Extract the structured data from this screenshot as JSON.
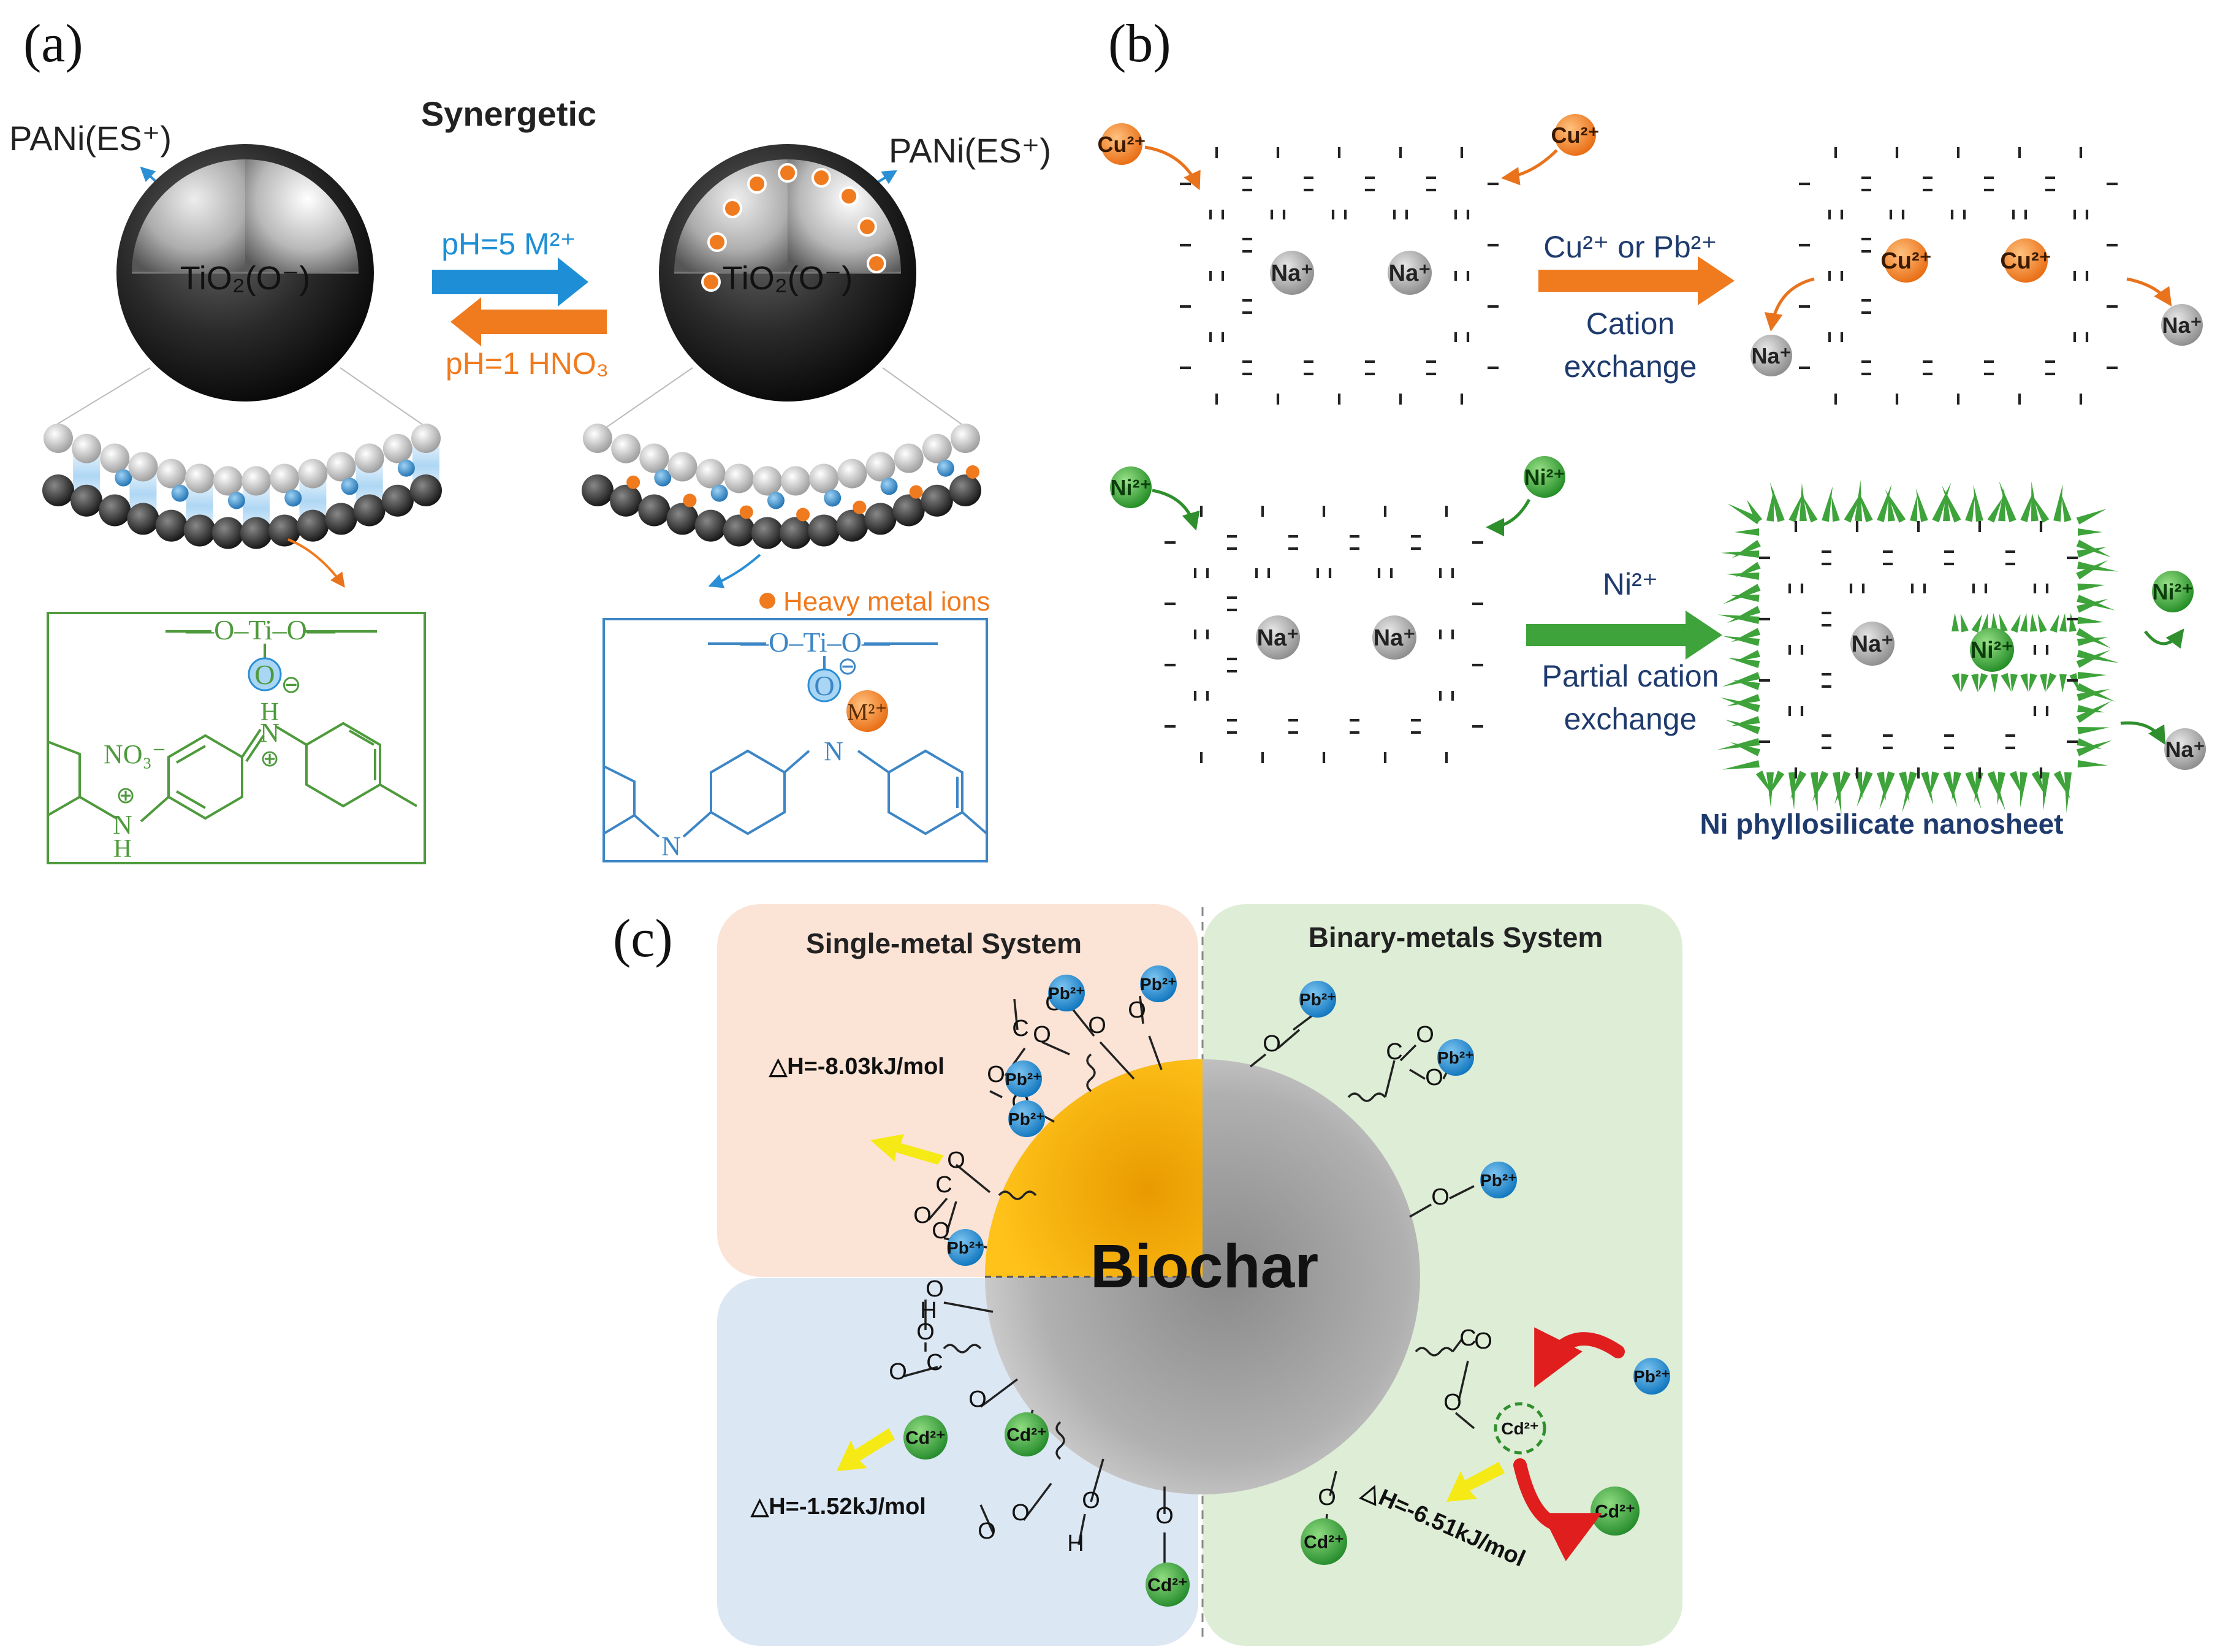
{
  "panel_labels": {
    "a": "(a)",
    "b": "(b)",
    "c": "(c)"
  },
  "panel_a": {
    "title": "Synergetic",
    "pani_left": "PANi(ES⁺)",
    "pani_right": "PANi(ES⁺)",
    "tio2_left": "TiO₂(O⁻)",
    "tio2_right": "TiO₂(O⁻)",
    "arrow_forward": "pH=5 M²⁺",
    "arrow_backward": "pH=1 HNO₃",
    "legend_heavy_metal": "Heavy metal ions",
    "left_box": {
      "backbone": "—O–Ti–O—",
      "oxygen": "O",
      "charge": "⊖",
      "counterion": "NO₃⁻",
      "nh": "H",
      "n1": "N",
      "n2": "N",
      "plus": "⊕"
    },
    "right_box": {
      "backbone": "—O–Ti–O—",
      "oxygen": "O",
      "charge": "⊖",
      "metal": "M²⁺",
      "n1": "N",
      "n2": "N"
    },
    "colors": {
      "blue": "#1e8fd6",
      "orange": "#f07a1e",
      "green": "#4e9a3c",
      "box_blue": "#3d86c6"
    }
  },
  "panel_b": {
    "top": {
      "ion_in_left": "Cu²⁺",
      "ion_in_right": "Cu²⁺",
      "site1": "Na⁺",
      "site2": "Na⁺",
      "arrow_line1": "Cu²⁺ or Pb²⁺",
      "arrow_line2": "Cation",
      "arrow_line3": "exchange",
      "product_site1": "Cu²⁺",
      "product_site2": "Cu²⁺",
      "released_left": "Na⁺",
      "released_right": "Na⁺"
    },
    "bottom": {
      "ion_in_left": "Ni²⁺",
      "ion_in_right": "Ni²⁺",
      "site1": "Na⁺",
      "site2": "Na⁺",
      "arrow_top": "Ni²⁺",
      "arrow_line1": "Partial cation",
      "arrow_line2": "exchange",
      "product_site1": "Na⁺",
      "product_site2": "Ni²⁺",
      "released_ni": "Ni²⁺",
      "released_na": "Na⁺",
      "caption": "Ni phyllosilicate nanosheet"
    },
    "colors": {
      "orange": "#f07a1e",
      "green": "#3ea33a",
      "grey": "#a0a0a0",
      "text_blue": "#1f3b6e"
    }
  },
  "panel_c": {
    "single_title": "Single-metal System",
    "binary_title": "Binary-metals System",
    "core_label": "Biochar",
    "dh_single_pb": "△H=-8.03kJ/mol",
    "dh_single_cd": "△H=-1.52kJ/mol",
    "dh_binary": "△H=-6.51kJ/mol",
    "pb": "Pb²⁺",
    "cd": "Cd²⁺",
    "atom_o": "O",
    "atom_c": "C",
    "atom_h": "H",
    "colors": {
      "single_bg": "#fbe3d6",
      "cd_bg": "#dce7f4",
      "binary_bg": "#deedd6",
      "pb_ion": "#1a8fd8",
      "cd_ion": "#3aa63a",
      "yellow": "#f5ea15",
      "red": "#e01e1e",
      "core_orange": "#f6ab00",
      "core_grey": "#9a9a9a"
    }
  }
}
